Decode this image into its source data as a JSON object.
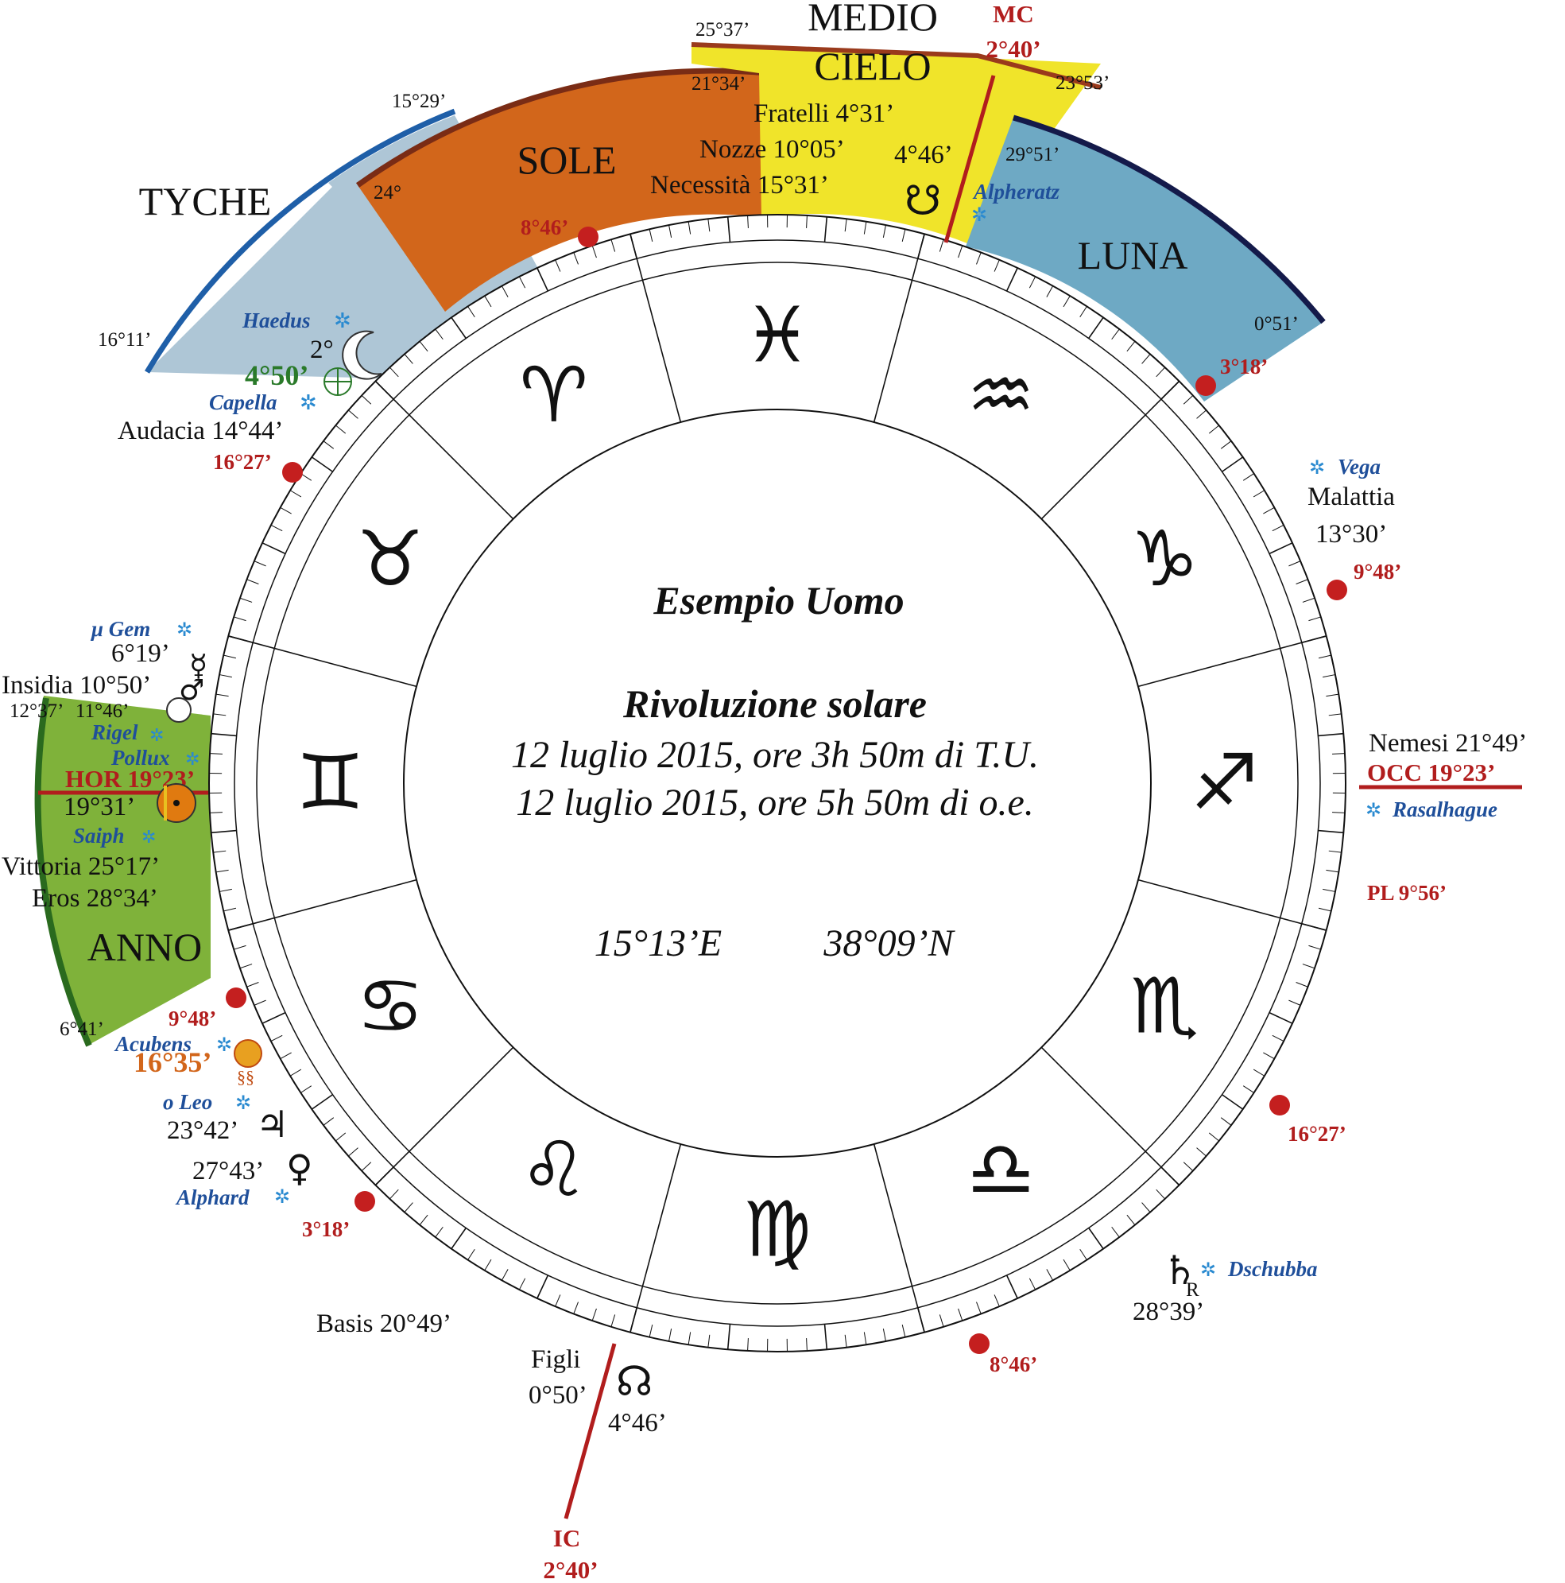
{
  "center": {
    "title": "Esempio Uomo",
    "subtitle": "Rivoluzione solare",
    "line1": "12 luglio 2015, ore 3h 50m di T.U.",
    "line2": "12 luglio 2015, ore 5h 50m di o.e.",
    "longitude": "15°13’E",
    "latitude": "38°09’N"
  },
  "bands": {
    "tyche": {
      "name": "TYCHE",
      "color": "#aec6d6",
      "edge": "#1f5fa8",
      "start": "15°29’",
      "end": "16°11’"
    },
    "sole": {
      "name": "SOLE",
      "color": "#d2661b",
      "edge": "#7a2c15",
      "start": "21°34’",
      "end": "24°"
    },
    "medio": {
      "name1": "MEDIO",
      "name2": "CIELO",
      "color": "#f0e42a",
      "edge": "#9a3a1c",
      "start": "25°37’",
      "end": "23°53’",
      "inner": "29°51’"
    },
    "luna": {
      "name": "LUNA",
      "color": "#6ea9c4",
      "edge": "#141a4a",
      "end": "0°51’"
    },
    "anno": {
      "name": "ANNO",
      "color": "#7fb23a",
      "edge": "#2a6a1e",
      "start": "12°37’",
      "end": "6°41’"
    }
  },
  "zodiac": [
    "♈",
    "♉",
    "♊",
    "♋",
    "♌",
    "♍",
    "♎",
    "♏",
    "♐",
    "♑",
    "♒",
    "♓"
  ],
  "angles": {
    "mc": {
      "label": "MC",
      "value": "2°40’"
    },
    "ic": {
      "label": "IC",
      "value": "2°40’"
    },
    "hor": {
      "label": "HOR 19°23’"
    },
    "occ": {
      "label": "OCC 19°23’"
    }
  },
  "cusps": [
    "8°46’",
    "3°18’",
    "9°48’",
    "16°27’",
    "16°27’",
    "9°48’",
    "3°18’",
    "8°46’"
  ],
  "lots": {
    "fratelli": "Fratelli 4°31’",
    "nozze": "Nozze 10°05’",
    "necessita": "Necessità 15°31’",
    "audacia": "Audacia 14°44’",
    "insidia": "Insidia 10°50’",
    "vittoria": "Vittoria 25°17’",
    "eros": "Eros  28°34’",
    "malattia": "Malattia",
    "malattia_deg": "13°30’",
    "nemesi": "Nemesi 21°49’",
    "basis": "Basis 20°49’",
    "figli": "Figli",
    "figli_deg": "0°50’",
    "pl": "PL 9°56’"
  },
  "stars": {
    "haedus": "Haedus",
    "capella": "Capella",
    "alpheratz": "Alpheratz",
    "vega": "Vega",
    "rasalhague": "Rasalhague",
    "mu_gem": "μ Gem",
    "rigel": "Rigel",
    "pollux": "Pollux",
    "saiph": "Saiph",
    "acubens": "Acubens",
    "o_leo": "ο Leo",
    "alphard": "Alphard",
    "dschubba": "Dschubba"
  },
  "planets": {
    "moon_deg": "2°",
    "fortune_deg": "4°50’",
    "node_deg_top": "4°46’",
    "mercury_deg": "6°19’",
    "mars_deg": "11°46’",
    "sun_deg": "19°31’",
    "comet_deg": "16°35’",
    "jupiter_deg": "23°42’",
    "venus_deg": "27°43’",
    "saturn_deg": "28°39’",
    "saturn_r": "R",
    "node_deg_bottom": "4°46’"
  }
}
